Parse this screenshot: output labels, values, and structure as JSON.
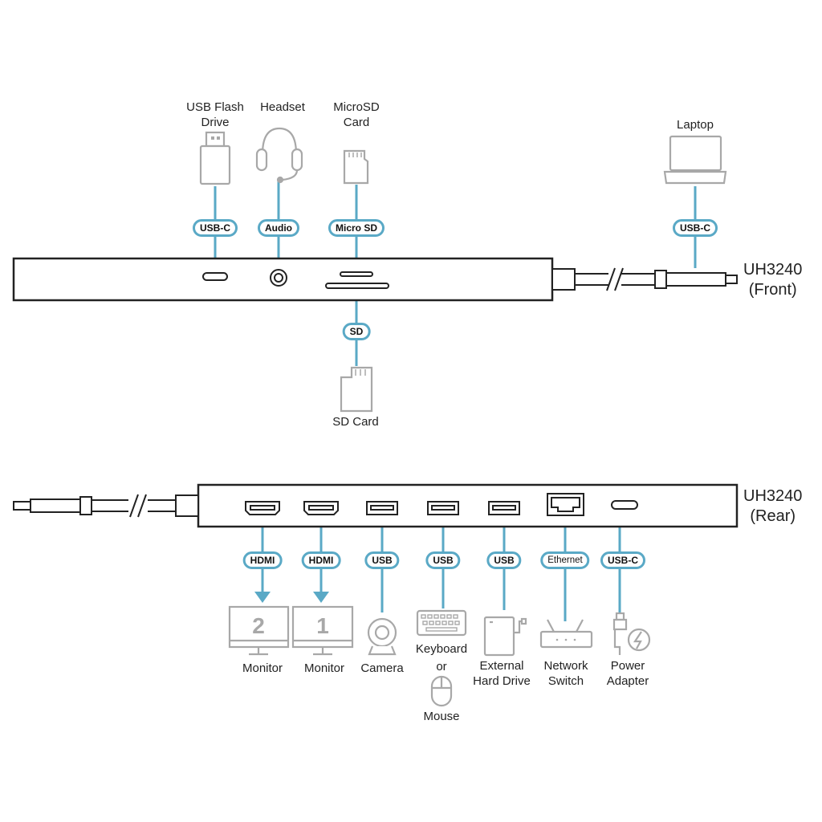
{
  "front": {
    "model_line1": "UH3240",
    "model_line2": "(Front)",
    "devices": {
      "usb_flash_line1": "USB Flash",
      "usb_flash_line2": "Drive",
      "headset": "Headset",
      "microsd_line1": "MicroSD",
      "microsd_line2": "Card",
      "laptop": "Laptop",
      "sd_card": "SD Card"
    },
    "ports": {
      "usb_c": "USB-C",
      "audio": "Audio",
      "micro_sd": "Micro SD",
      "sd": "SD",
      "laptop_usb_c": "USB-C"
    }
  },
  "rear": {
    "model_line1": "UH3240",
    "model_line2": "(Rear)",
    "ports": {
      "hdmi_2": "HDMI",
      "hdmi_1": "HDMI",
      "usb_camera": "USB",
      "usb_keyboard": "USB",
      "usb_drive": "USB",
      "ethernet": "Ethernet",
      "usb_c_power": "USB-C"
    },
    "devices": {
      "monitor_2_number": "2",
      "monitor_1_number": "1",
      "monitor_2": "Monitor",
      "monitor_1": "Monitor",
      "camera": "Camera",
      "keyboard": "Keyboard",
      "or": "or",
      "mouse": "Mouse",
      "external_line1": "External",
      "external_line2": "Hard Drive",
      "network_line1": "Network",
      "network_line2": "Switch",
      "power_line1": "Power",
      "power_line2": "Adapter"
    }
  },
  "colors": {
    "connector_line": "#5aa9c6",
    "device_icon": "#a8a8a8",
    "hub_outline": "#222222"
  }
}
